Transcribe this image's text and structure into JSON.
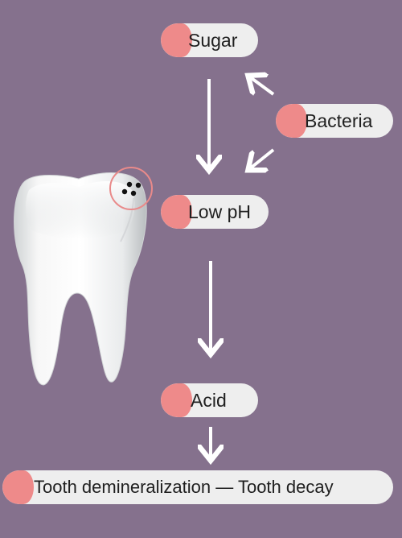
{
  "colors": {
    "background": "#85718D",
    "pill_fill": "#EEEEEE",
    "pill_cap": "#EE8A8A",
    "arrow": "#FFFFFF",
    "plaque_ring": "#E98A8A",
    "plaque_dots": "#111111"
  },
  "labels": {
    "sugar": "Sugar",
    "bacteria": "Bacteria",
    "low_ph": "Low pH",
    "acid": "Acid",
    "outcome": "Tooth demineralization — Tooth decay"
  },
  "icons": {
    "tooth": "tooth-icon",
    "plaque": "bacteria-cluster-icon"
  }
}
